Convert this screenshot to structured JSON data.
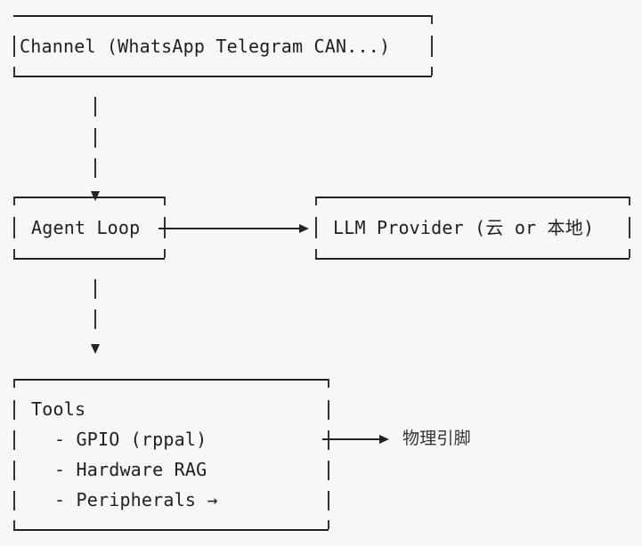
{
  "channel": {
    "label": "Channel (WhatsApp Telegram CAN...)"
  },
  "agent_loop": {
    "label": "Agent Loop"
  },
  "llm_provider": {
    "label": "LLM Provider (云 or 本地)"
  },
  "tools": {
    "title": "Tools",
    "items": [
      "- GPIO (rppal)",
      "- Hardware RAG",
      "- Peripherals →"
    ]
  },
  "physical_pins": {
    "label": "物理引脚"
  }
}
